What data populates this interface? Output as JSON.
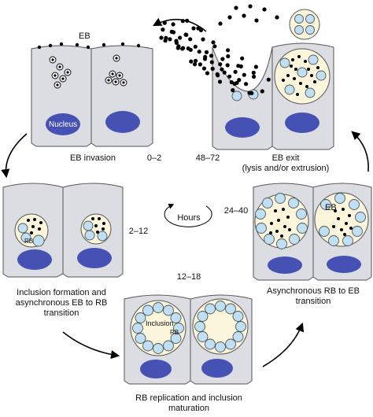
{
  "colors": {
    "cell_fill": "#dcdde3",
    "cell_stroke": "#555555",
    "nucleus": "#4652b3",
    "inclusion_fill": "#fbf5dc",
    "rb_fill": "#bfe0f4",
    "eb_dot": "#000000"
  },
  "labels": {
    "eb_top": "EB",
    "nucleus": "Nucleus",
    "rb_panel2": "RB",
    "inclusion": "Inclusion",
    "rb_panel3": "RB",
    "eb_panel4": "EB",
    "hours": "Hours"
  },
  "stages": [
    {
      "key": "eb_invasion",
      "title": "EB invasion",
      "time": "0–2"
    },
    {
      "key": "inclusion_formation",
      "title": "Inclusion formation and asynchronous EB to RB transition",
      "title_line1": "Inclusion formation and",
      "title_line2": "asynchronous EB to RB",
      "title_line3": "transition",
      "time": "2–12"
    },
    {
      "key": "rb_replication",
      "title": "RB replication and inclusion maturation",
      "title_line1": "RB replication and inclusion",
      "title_line2": "maturation",
      "time": "12–18"
    },
    {
      "key": "async_rb_to_eb",
      "title": "Asynchronous RB to EB transition",
      "title_line1": "Asynchronous RB to EB",
      "title_line2": "transition",
      "time": "24–40"
    },
    {
      "key": "eb_exit",
      "title": "EB exit (lysis and/or extrusion)",
      "title_line1": "EB exit",
      "title_line2": "(lysis and/or extrusion)",
      "time": "48–72"
    }
  ]
}
